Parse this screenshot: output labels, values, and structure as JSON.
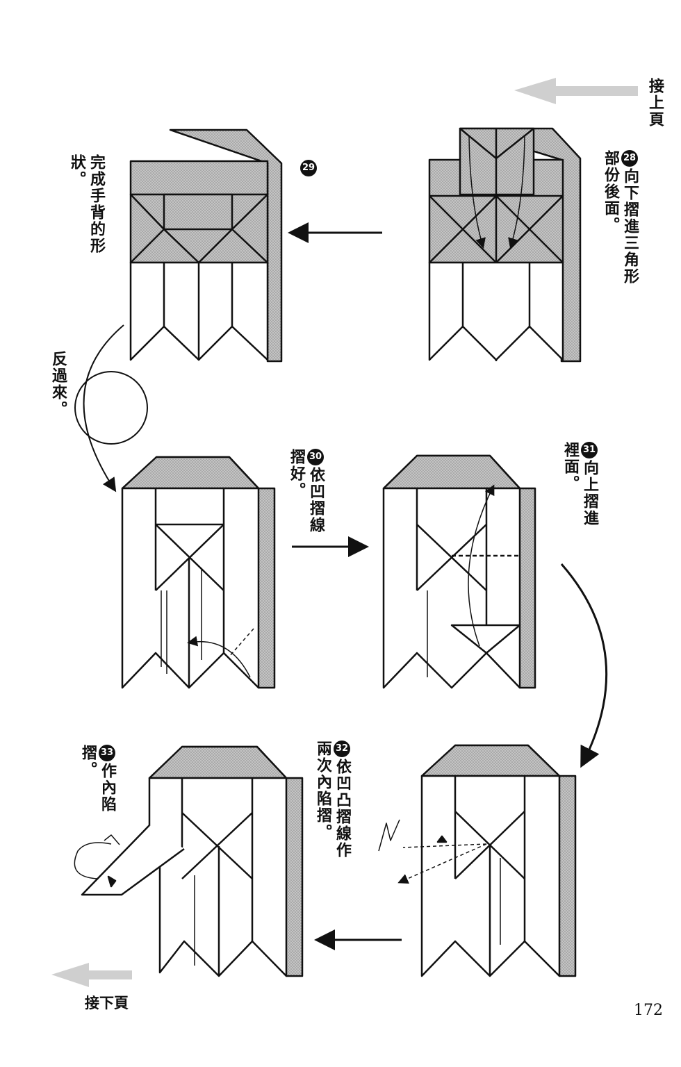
{
  "nav": {
    "continued_from": "接上頁",
    "continued_to": "接下頁"
  },
  "page_number": "172",
  "steps": [
    {
      "number": "28",
      "text": "向下摺進三角形部份後面。"
    },
    {
      "number": "29",
      "text": ""
    },
    {
      "number": "30",
      "text": "依凹摺線摺好。"
    },
    {
      "number": "31",
      "text": "向上摺進裡面。"
    },
    {
      "number": "32",
      "text": "依凹凸摺線作兩次內陷摺。"
    },
    {
      "number": "33",
      "text": "作內陷摺。"
    }
  ],
  "notes": {
    "finished_shape": "完成手背的形狀。",
    "turn_over": "反過來。"
  },
  "colors": {
    "ink": "#111111",
    "paper_shade": "#bdbdbd",
    "arrow_gray": "#c8c8c8"
  }
}
